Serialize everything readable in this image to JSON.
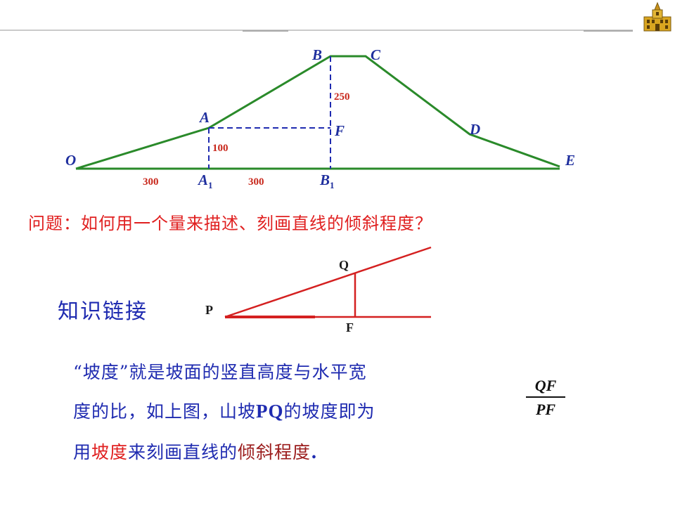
{
  "top_labels": {
    "O": "O",
    "A": "A",
    "B": "B",
    "C": "C",
    "D": "D",
    "E": "E",
    "F": "F",
    "A1_base": "A",
    "A1_sub": "1",
    "B1_base": "B",
    "B1_sub": "1"
  },
  "top_numbers": {
    "len_250": "250",
    "len_100": "100",
    "len_300_left": "300",
    "len_300_right": "300"
  },
  "question": "问题：如何用一个量来描述、刻画直线的倾斜程度？",
  "knowledge_link": "知识链接",
  "slope_labels": {
    "P": "P",
    "Q": "Q",
    "F": "F"
  },
  "paragraph": {
    "line1": "“坡度”就是坡面的竖直高度与水平宽",
    "line2_a": "度的比，如上图，山坡",
    "line2_pq": "PQ",
    "line2_b": "的坡度即为",
    "line3_a": "用",
    "line3_b": "坡度",
    "line3_c": "来刻画直线的",
    "line3_d": "倾斜程度",
    "line3_e": "."
  },
  "fraction": {
    "numerator": "QF",
    "denominator": "PF"
  },
  "colors": {
    "green": "#2a8a2a",
    "blue": "#1f2bb0",
    "red": "#e02020",
    "darkred": "#9b1c1c"
  },
  "icons": {
    "corner": "building-icon"
  }
}
